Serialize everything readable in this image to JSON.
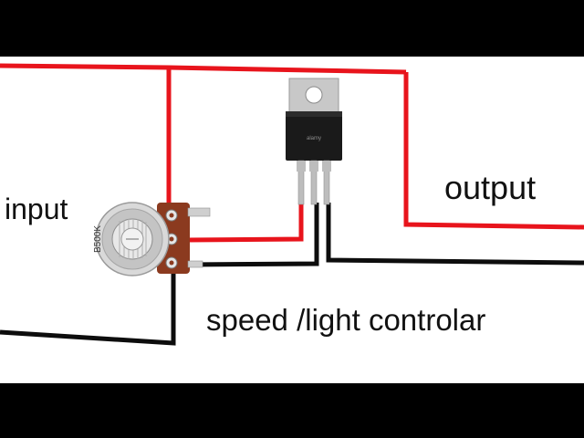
{
  "labels": {
    "input": "input",
    "output": "output",
    "caption": "speed /light controlar"
  },
  "components": {
    "potentiometer_marking": "B500K",
    "transistor_marking": "alamy"
  },
  "colors": {
    "letterbox": "#000000",
    "canvas": "#ffffff",
    "positive_wire": "#e8141c",
    "negative_wire": "#0d0d0d",
    "pot_body": "#8b3a1f",
    "transistor_body": "#1a1a1a",
    "heatsink_tab": "#c8c8c8"
  },
  "icons": {
    "potentiometer": "potentiometer-icon",
    "transistor": "transistor-to220-icon"
  }
}
